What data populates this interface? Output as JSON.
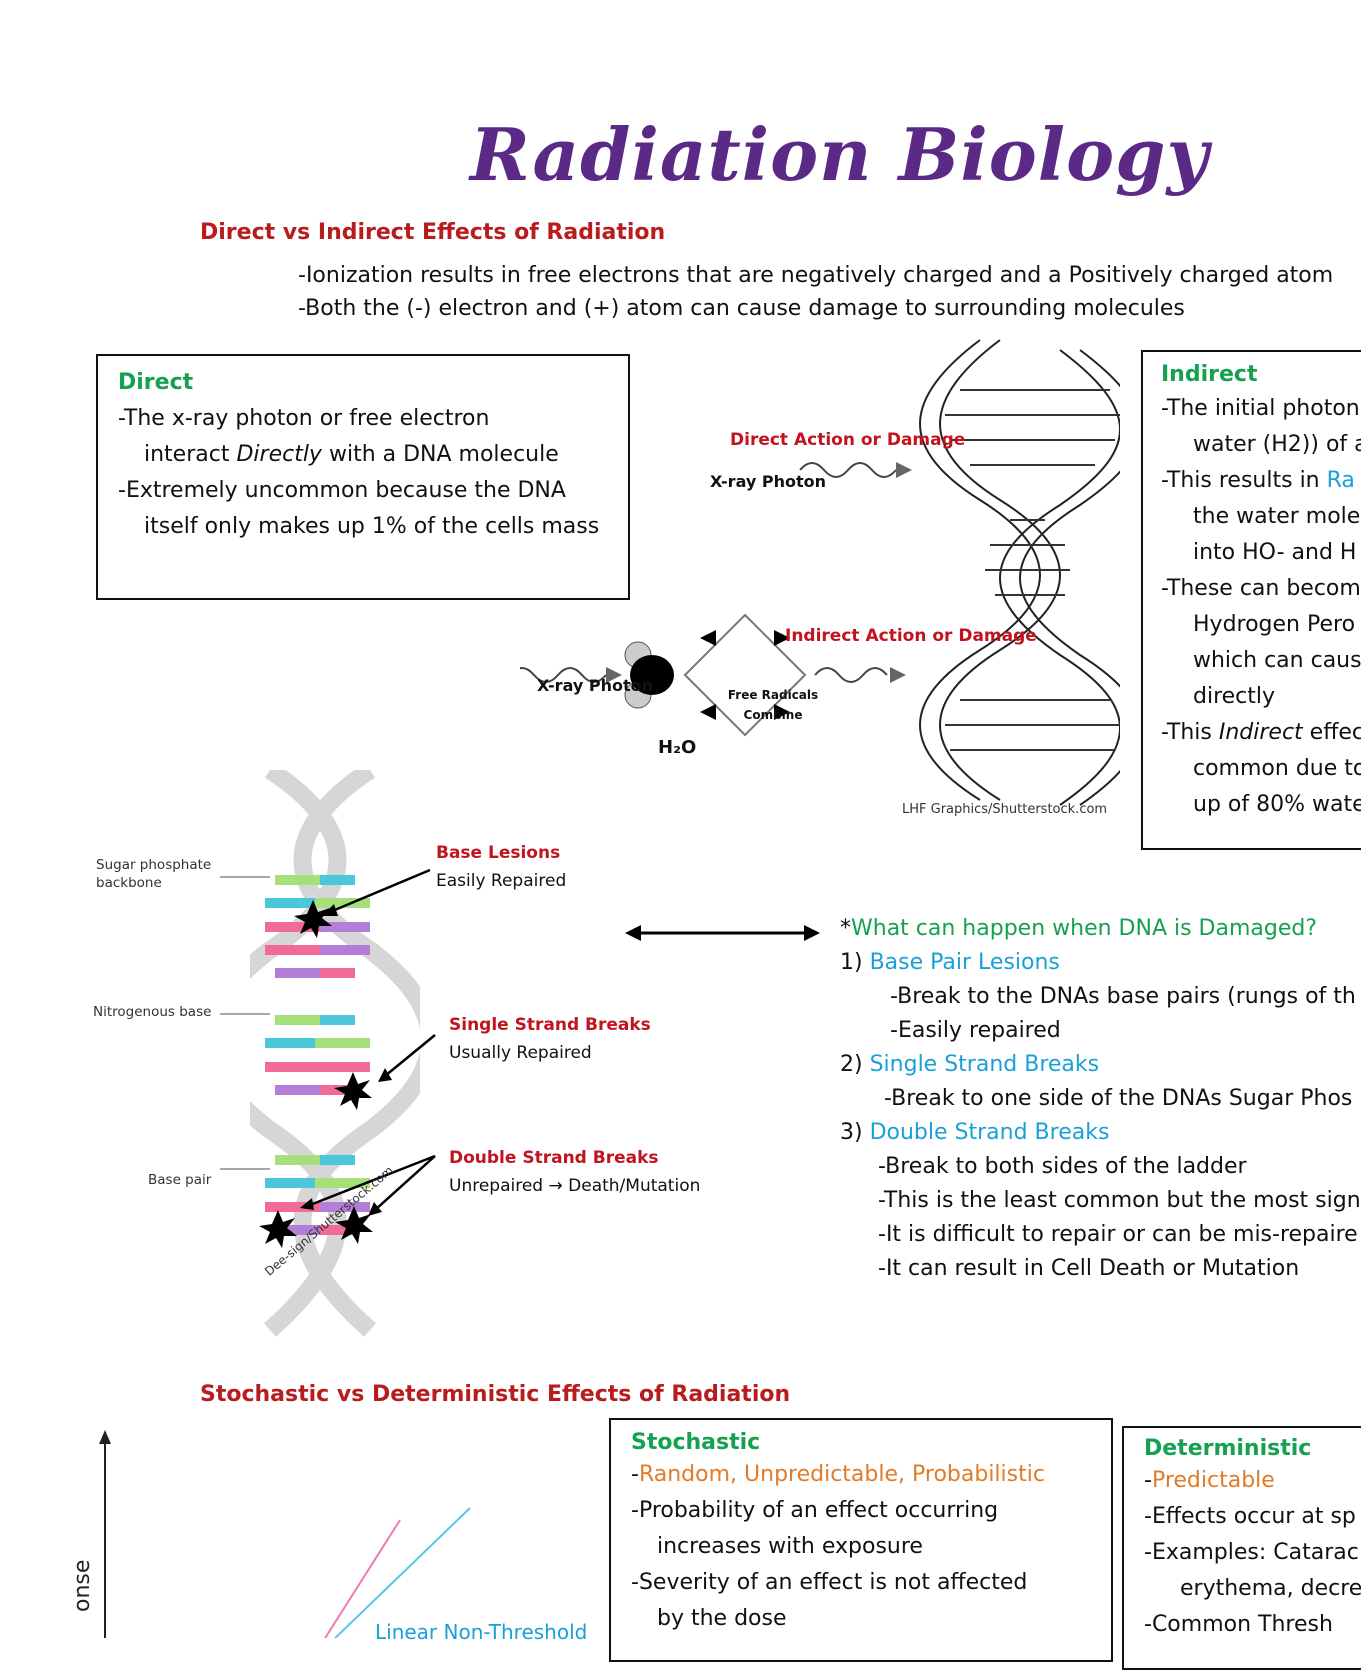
{
  "title": "Radiation Biology",
  "section1": {
    "heading": "Direct vs Indirect Effects of Radiation",
    "lines": [
      "-Ionization results in free electrons that are negatively charged and a Positively charged atom",
      "-Both the (-) electron and (+) atom can cause damage to surrounding molecules"
    ]
  },
  "direct_box": {
    "title": "Direct",
    "l1": "-The x-ray photon or free electron",
    "l2a": "interact ",
    "l2b": "Directly",
    "l2c": " with a DNA molecule",
    "l3": "-Extremely uncommon because the DNA",
    "l4": "itself only makes up 1% of the cells mass"
  },
  "indirect_box": {
    "title": "Indirect",
    "l1": "-The initial photon",
    "l2": "water (H2)) of a",
    "l3a": "-This results in ",
    "l3b": "Ra",
    "l4": "the water mole",
    "l5": "into HO- and H",
    "l6": "-These can becom",
    "l7": "Hydrogen Pero",
    "l8": "which can caus",
    "l9": "directly",
    "l10a": "-This ",
    "l10b": "Indirect",
    "l10c": " effec",
    "l11": "common due to",
    "l12": "up of 80% wate"
  },
  "diagram1": {
    "direct_label": "Direct Action or Damage",
    "xray1": "X-ray Photon",
    "indirect_label": "Indirect Action or Damage",
    "xray2": "X-ray Photon",
    "h2o": "H₂O",
    "free_radicals_1": "Free Radicals",
    "free_radicals_2": "Combine",
    "credit": "LHF Graphics/Shutterstock.com"
  },
  "diagram2": {
    "sugar_1": "Sugar phosphate",
    "sugar_2": "backbone",
    "nitrogenous": "Nitrogenous base",
    "base_pair": "Base pair",
    "base_lesions": "Base Lesions",
    "easily_repaired": "Easily Repaired",
    "single_strand": "Single Strand Breaks",
    "usually_repaired": "Usually Repaired",
    "double_strand": "Double Strand Breaks",
    "unrepaired": "Unrepaired → Death/Mutation",
    "credit": "Dee-sign/Shutterstock.com"
  },
  "damage": {
    "q_star": "*",
    "question": "What can happen when DNA is Damaged?",
    "i1_num": "1) ",
    "i1": "Base Pair Lesions",
    "i1_a": "-Break to the DNAs base pairs (rungs of th",
    "i1_b": "-Easily repaired",
    "i2_num": "2) ",
    "i2": "Single Strand Breaks",
    "i2_a": "-Break to one side of the DNAs Sugar Phos",
    "i3_num": "3) ",
    "i3": "Double Strand Breaks",
    "i3_a": "-Break to both sides of the ladder",
    "i3_b": "-This is the least common but the most sign",
    "i3_c": "-It is difficult to repair or can be mis-repaire",
    "i3_d": "-It can result in Cell Death or Mutation"
  },
  "section2": {
    "heading": "Stochastic vs Deterministic Effects of Radiation"
  },
  "graph": {
    "ylabel": "onse",
    "line_label": "Linear Non-Threshold",
    "colors": {
      "pink": "#f07ab5",
      "blue": "#5bc4e8"
    }
  },
  "stochastic_box": {
    "title": "Stochastic",
    "l1a": "-",
    "l1b": "Random, Unpredictable, Probabilistic",
    "l2": "-Probability of an effect occurring",
    "l3": "increases with exposure",
    "l4": "-Severity of an effect is not affected",
    "l5": "by the dose"
  },
  "deterministic_box": {
    "title": "Deterministic",
    "l1a": "-",
    "l1b": "Predictable",
    "l2": "-Effects occur at sp",
    "l3": "-Examples: Catarac",
    "l4": "erythema, decre",
    "l5": "-Common Thresh"
  }
}
